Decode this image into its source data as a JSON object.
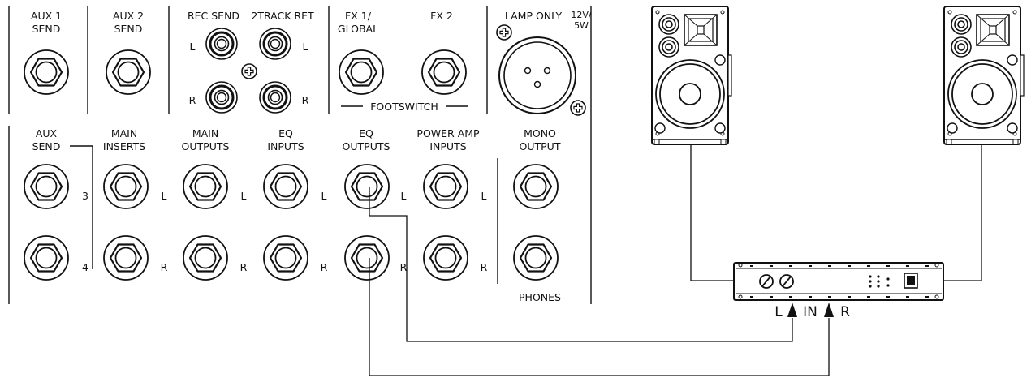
{
  "top_row": {
    "aux1": [
      "AUX 1",
      "SEND"
    ],
    "aux2": [
      "AUX 2",
      "SEND"
    ],
    "rec_send": "REC SEND",
    "two_track_ret": "2TRACK RET",
    "fx1": [
      "FX 1/",
      "GLOBAL"
    ],
    "fx2": "FX 2",
    "lamp": "LAMP ONLY",
    "lamp_rating": [
      "12V/",
      "5W"
    ],
    "footswitch": "FOOTSWITCH",
    "rca_l": "L",
    "rca_r": "R"
  },
  "bottom_row": {
    "aux_send": [
      "AUX",
      "SEND"
    ],
    "main_inserts": [
      "MAIN",
      "INSERTS"
    ],
    "main_outputs": [
      "MAIN",
      "OUTPUTS"
    ],
    "eq_inputs": [
      "EQ",
      "INPUTS"
    ],
    "eq_outputs": [
      "EQ",
      "OUTPUTS"
    ],
    "power_amp_inputs": [
      "POWER AMP",
      "INPUTS"
    ],
    "mono_output": [
      "MONO",
      "OUTPUT"
    ],
    "phones": "PHONES",
    "ch3": "3",
    "ch4": "4",
    "side_l": "L",
    "side_r": "R"
  },
  "amplifier": {
    "in_l": "L",
    "in_label": "IN",
    "in_r": "R"
  }
}
